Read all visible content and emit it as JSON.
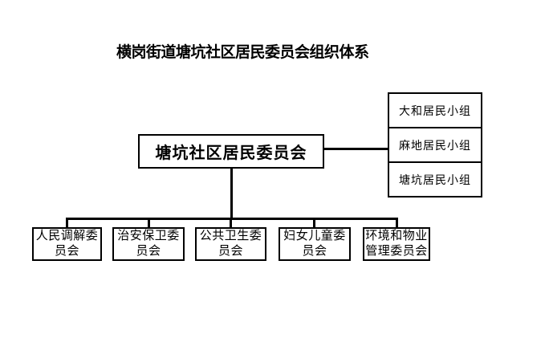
{
  "title": "横岗街道塘坑社区居民委员会组织体系",
  "chart": {
    "root": {
      "label": "塘坑社区居民委员会"
    },
    "resident_groups": [
      {
        "label": "大和居民小组"
      },
      {
        "label": "麻地居民小组"
      },
      {
        "label": "塘坑居民小组"
      }
    ],
    "committees": [
      {
        "label": "人民调解委员会",
        "lines": [
          "人民调解委",
          "员会"
        ]
      },
      {
        "label": "治安保卫委员会",
        "lines": [
          "治安保卫委",
          "员会"
        ]
      },
      {
        "label": "公共卫生委员会",
        "lines": [
          "公共卫生委",
          "员会"
        ]
      },
      {
        "label": "妇女儿童委员会",
        "lines": [
          "妇女儿童委",
          "员会"
        ]
      },
      {
        "label": "环境和物业管理委员会",
        "lines": [
          "环境和物业",
          "管理委员会"
        ]
      }
    ],
    "colors": {
      "line": "#000000",
      "text": "#000000",
      "background": "#ffffff"
    }
  }
}
